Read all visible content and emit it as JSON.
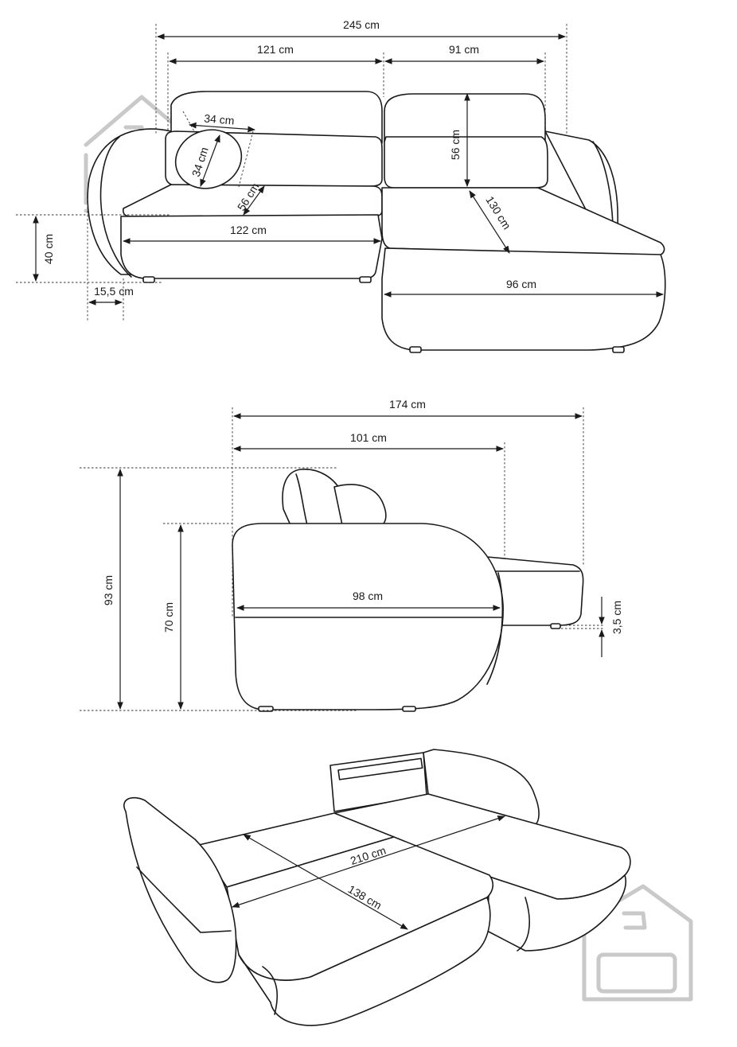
{
  "dimensions": {
    "top_view": {
      "overall_width": "245 cm",
      "left_section_width": "121 cm",
      "right_section_width": "91 cm",
      "cushion_width": "34 cm",
      "cushion_height": "34 cm",
      "seat_depth_left": "56 cm",
      "back_cushion_height": "56 cm",
      "chaise_diagonal": "130 cm",
      "seat_width_left": "122 cm",
      "seat_height": "40 cm",
      "armrest_width": "15,5 cm",
      "chaise_width": "96 cm"
    },
    "side_view": {
      "overall_depth": "174 cm",
      "body_depth": "101 cm",
      "total_height": "93 cm",
      "back_height": "70 cm",
      "seat_depth": "98 cm",
      "footrest_gap": "3,5 cm"
    },
    "bed_view": {
      "sleeping_length": "210 cm",
      "sleeping_width": "138 cm"
    }
  },
  "colors": {
    "line": "#1a1a1a",
    "watermark": "#c9c9c9",
    "background": "#ffffff"
  },
  "icons": [
    "house-sofa-logo-icon"
  ]
}
